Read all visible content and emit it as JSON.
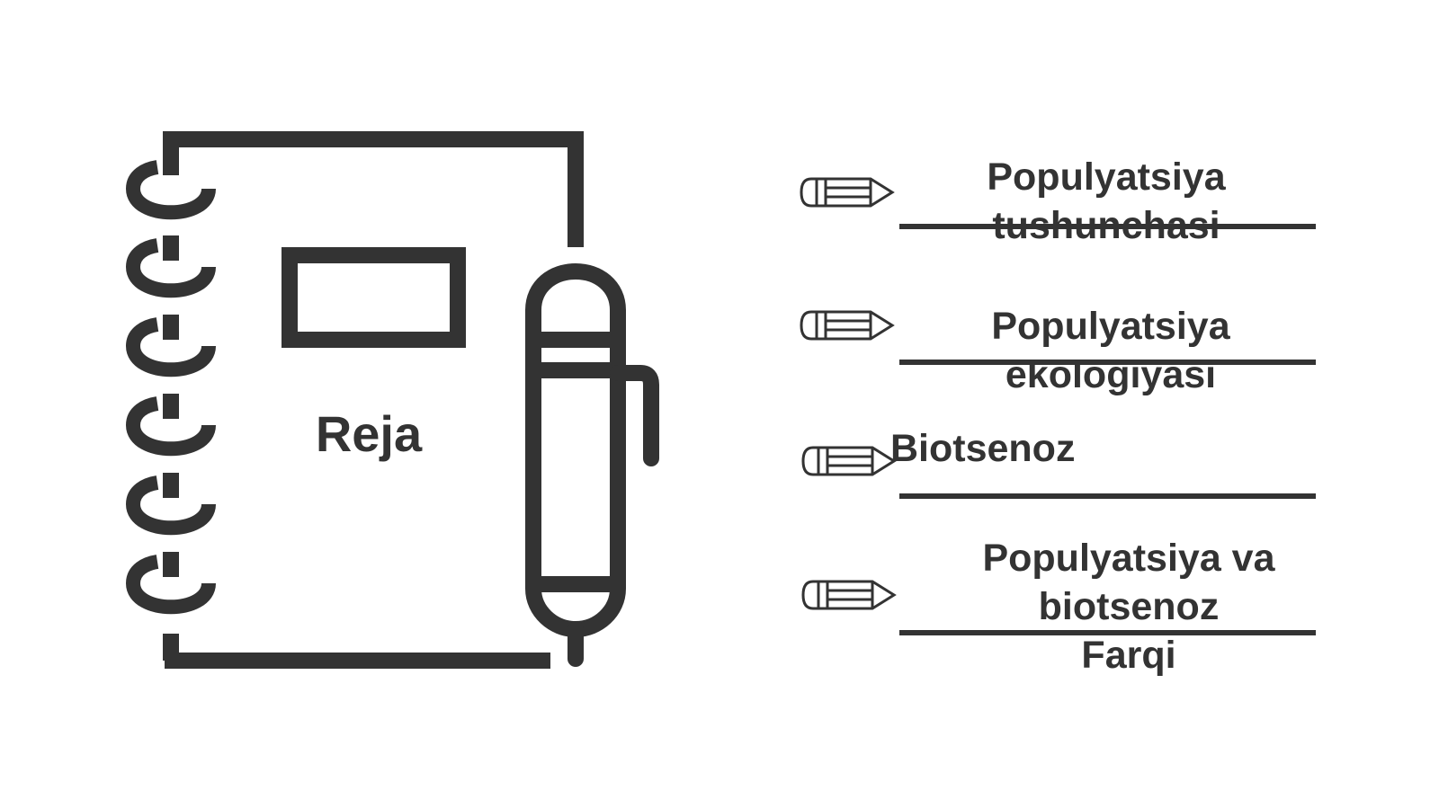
{
  "notebook": {
    "label": "Reja",
    "icon": "notebook-icon",
    "pen_icon": "pen-icon",
    "stroke_color": "#333333"
  },
  "plan": {
    "items": [
      {
        "line1": "Populyatsiya",
        "line2": "tushunchasi",
        "line3": ""
      },
      {
        "line1": "Populyatsiya",
        "line2": "ekologiyasi",
        "line3": ""
      },
      {
        "line1": "Biotsenoz",
        "line2": "",
        "line3": ""
      },
      {
        "line1": "Populyatsiya va",
        "line2": "biotsenoz",
        "line3": "Farqi"
      }
    ],
    "bullet_icon": "pencil-icon",
    "line_color": "#333333"
  }
}
